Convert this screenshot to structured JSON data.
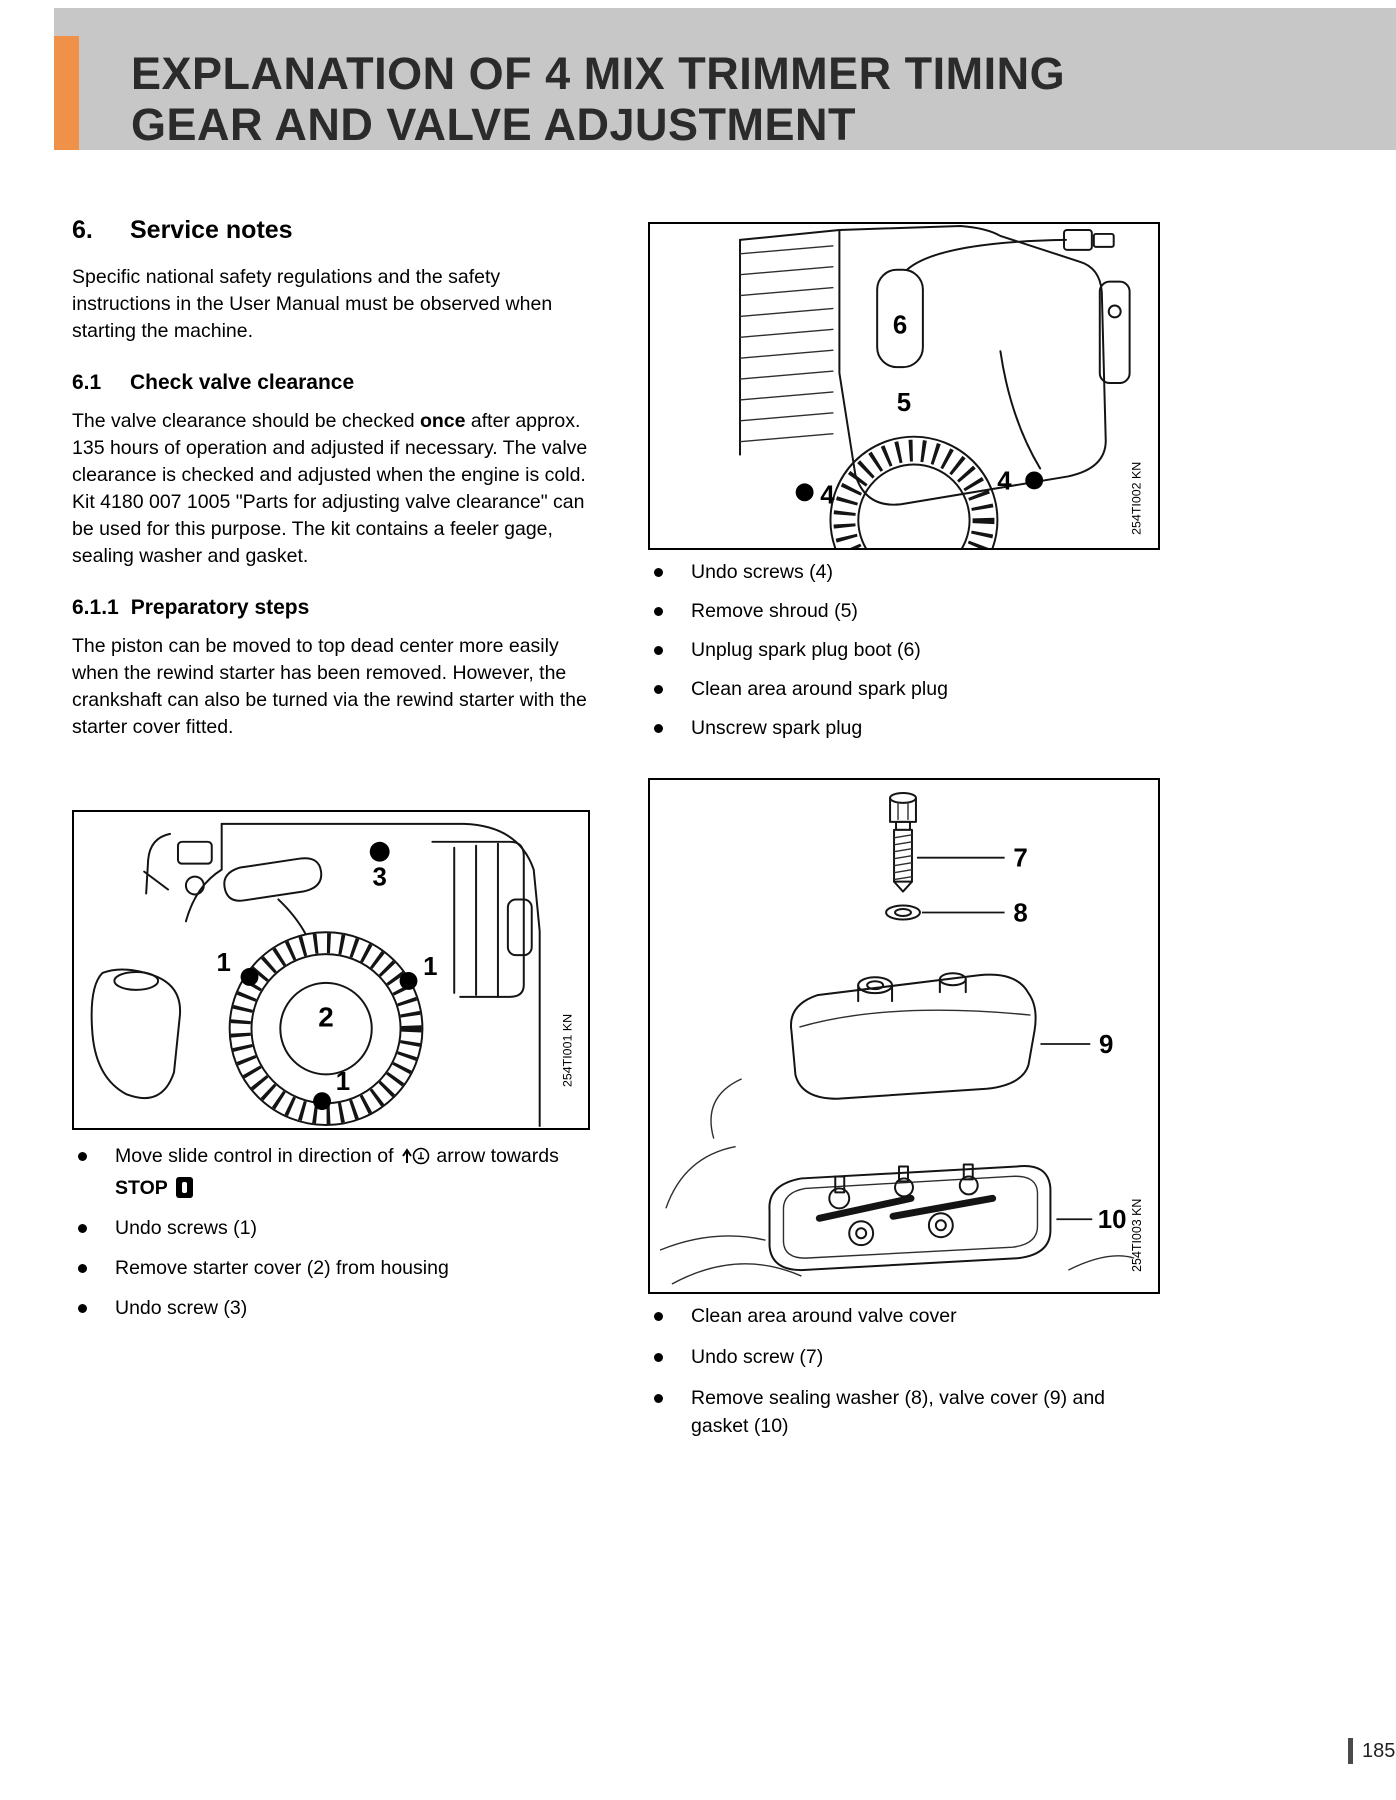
{
  "header": {
    "title_line1": "EXPLANATION OF 4 MIX TRIMMER TIMING",
    "title_line2": "GEAR AND VALVE ADJUSTMENT"
  },
  "sections": {
    "service_notes": {
      "number": "6.",
      "title": "Service notes",
      "body": "Specific national safety regulations and the safety instructions in the User Manual must be observed when starting the machine."
    },
    "check_valve": {
      "number": "6.1",
      "title": "Check valve clearance",
      "body1_pre": "The valve clearance should be checked ",
      "body1_bold": "once",
      "body1_post": " after approx. 135 hours of operation and adjusted if necessary.  The valve clearance is checked and adjusted when the engine is cold.",
      "body2": "Kit 4180 007 1005 \"Parts for adjusting valve clearance\" can be used for this purpose.  The kit contains a feeler gage, sealing washer and gasket."
    },
    "preparatory": {
      "number": "6.1.1",
      "title": "Preparatory steps",
      "body": "The piston can be moved to top dead center more easily when the rewind starter has been removed.  However, the crankshaft can also be turned via the rewind starter with the starter cover fitted."
    }
  },
  "figures": {
    "starter": {
      "caption": "254TI001 KN",
      "callouts": {
        "c3": "3",
        "c1a": "1",
        "c1b": "1",
        "c2": "2",
        "c1c": "1"
      }
    },
    "shroud": {
      "caption": "254TI002 KN",
      "callouts": {
        "c6": "6",
        "c5": "5",
        "c4a": "4",
        "c4b": "4"
      }
    },
    "valve_cover": {
      "caption": "254TI003 KN",
      "callouts": {
        "c7": "7",
        "c8": "8",
        "c9": "9",
        "c10": "10"
      }
    }
  },
  "left_bullets": {
    "b1_pre": "Move slide control in direction of ",
    "b1_mid": " arrow towards ",
    "b1_bold": "STOP",
    "b2": "Undo screws (1)",
    "b3": "Remove starter cover (2) from housing",
    "b4": "Undo screw (3)"
  },
  "right_bullets_top": [
    "Undo screws (4)",
    "Remove shroud (5)",
    "Unplug spark plug boot (6)",
    "Clean area around spark plug",
    "Unscrew spark plug"
  ],
  "right_bullets_bottom": [
    "Clean area around valve cover",
    "Undo screw (7)",
    "Remove sealing washer (8), valve cover (9) and gasket (10)"
  ],
  "footer": {
    "page_number": "185"
  },
  "colors": {
    "accent_orange": "#f0914a",
    "header_gray": "#c7c7c7"
  }
}
